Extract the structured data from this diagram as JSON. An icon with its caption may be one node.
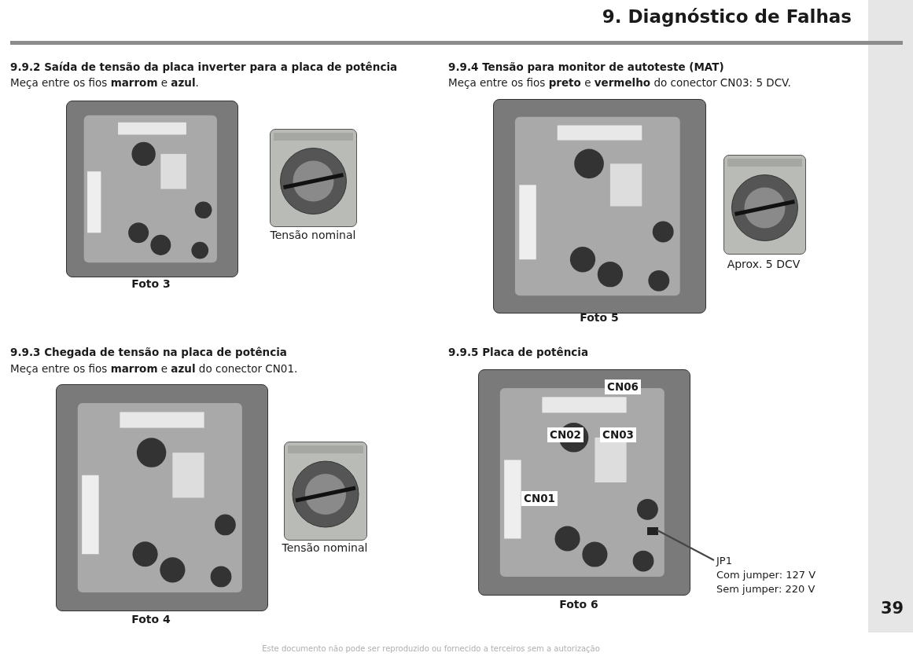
{
  "diagram": {
    "title": "9. Diagnóstico de Falhas",
    "nodes": [
      {
        "text": [],
        "shape": "picture",
        "beside": [
          "Foto 3"
        ]
      },
      {
        "text": [],
        "shape": "picture",
        "beside": [
          "Tensão nominal"
        ]
      },
      {
        "text": [],
        "shape": "picture",
        "beside": [
          "Foto 5"
        ]
      },
      {
        "text": [],
        "shape": "picture",
        "beside": [
          "Aprox. 5 DCV"
        ]
      },
      {
        "text": [],
        "shape": "picture",
        "beside": [
          "Foto 4"
        ]
      },
      {
        "text": [],
        "shape": "picture",
        "beside": [
          "Tensão nominal"
        ]
      },
      {
        "text": [
          "CN06",
          "CN02",
          "CN03",
          "CN01"
        ],
        "beside": [
          "Foto 6"
        ]
      },
      {
        "text": [
          "JP1",
          "Com jumper: 127 V",
          "Sem jumper: 220 V"
        ]
      },
      {
        "text": [],
        "shape": "box",
        "in": 6
      }
    ],
    "edges": [
      {
        "from": 7,
        "to": 8,
        "arrow": "none"
      }
    ],
    "labels": [
      "9.9.2 Saída de tensão da placa inverter para a placa de potência",
      "Meça entre os fios **marrom** e **azul**.",
      "9.9.4 Tensão para monitor de autoteste (MAT)",
      "Meça entre os fios **preto** e **vermelho** do conector CN03: 5 DCV.",
      "9.9.3 Chegada de tensão na placa de potência",
      "Meça entre os fios **marrom** e **azul** do conector CN01.",
      "9.9.5 Placa de potência",
      "39",
      "Este documento não pode ser reproduzido ou fornecido a terceiros sem a autorização"
    ]
  }
}
